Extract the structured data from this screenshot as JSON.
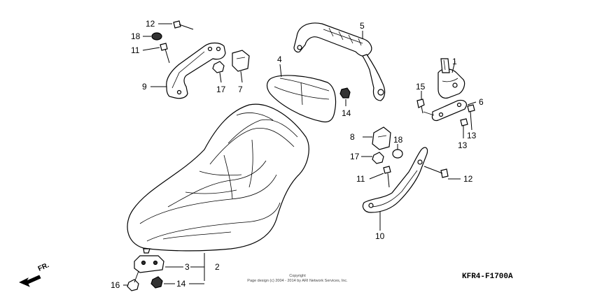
{
  "diagram": {
    "callouts": {
      "c1": "1",
      "c2": "2",
      "c3": "3",
      "c4": "4",
      "c5": "5",
      "c6": "6",
      "c7": "7",
      "c8": "8",
      "c9": "9",
      "c10": "10",
      "c11a": "11",
      "c11b": "11",
      "c12a": "12",
      "c12b": "12",
      "c13a": "13",
      "c13b": "13",
      "c14a": "14",
      "c14b": "14",
      "c15": "15",
      "c16": "16",
      "c17a": "17",
      "c17b": "17",
      "c18a": "18",
      "c18b": "18"
    },
    "direction_label": "FR.",
    "copyright_line1": "Copyright",
    "copyright_line2": "Page design (c) 2004 - 2014 by ARI Network Services, Inc.",
    "diagram_code": "KFR4-F1700A"
  }
}
